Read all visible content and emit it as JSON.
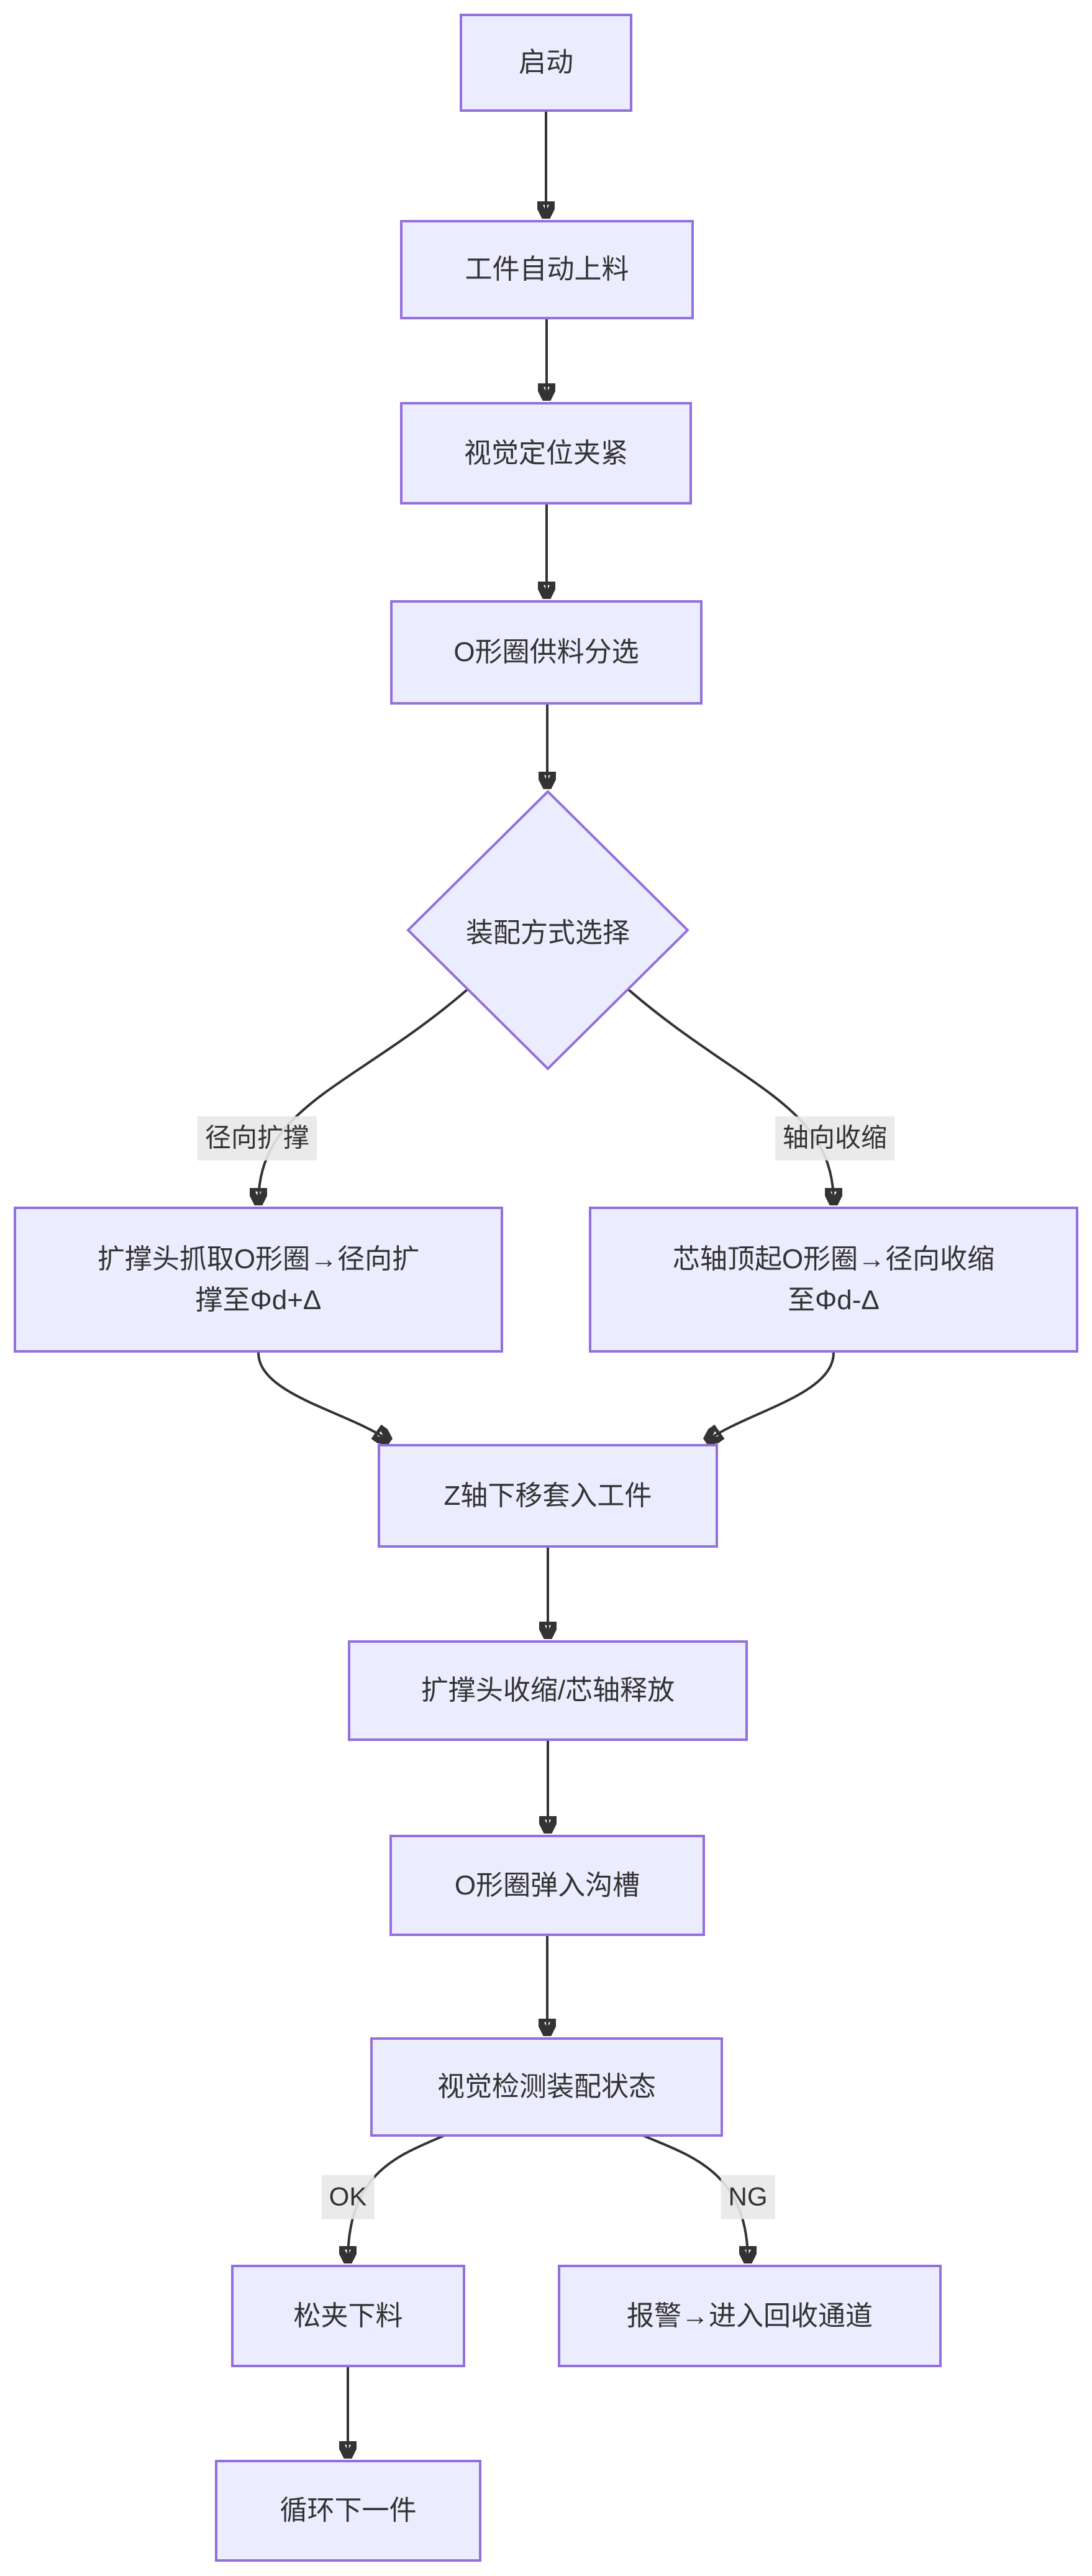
{
  "diagram": {
    "type": "flowchart",
    "direction": "top-down",
    "colors": {
      "node_fill": "#ECECFF",
      "node_border": "#9370DB",
      "edge_line": "#333333",
      "edge_label_bg": "#e8e8e8",
      "text": "#333333",
      "background": "#ffffff"
    },
    "nodes": {
      "start": {
        "label": "启动",
        "shape": "rect"
      },
      "feed": {
        "label": "工件自动上料",
        "shape": "rect"
      },
      "clamp": {
        "label": "视觉定位夹紧",
        "shape": "rect"
      },
      "sort": {
        "label": "O形圈供料分选",
        "shape": "rect"
      },
      "choose": {
        "label": "装配方式选择",
        "shape": "diamond"
      },
      "expand": {
        "label": "扩撑头抓取O形圈→径向扩\n撑至Φd+Δ",
        "shape": "rect"
      },
      "shrink": {
        "label": "芯轴顶起O形圈→径向收缩\n至Φd-Δ",
        "shape": "rect"
      },
      "insert": {
        "label": "Z轴下移套入工件",
        "shape": "rect"
      },
      "release": {
        "label": "扩撑头收缩/芯轴释放",
        "shape": "rect"
      },
      "snap": {
        "label": "O形圈弹入沟槽",
        "shape": "rect"
      },
      "inspect": {
        "label": "视觉检测装配状态",
        "shape": "rect"
      },
      "unload": {
        "label": "松夹下料",
        "shape": "rect"
      },
      "alarm": {
        "label": "报警→进入回收通道",
        "shape": "rect"
      },
      "next": {
        "label": "循环下一件",
        "shape": "rect"
      }
    },
    "edge_labels": {
      "radial": "径向扩撑",
      "axial": "轴向收缩",
      "ok": "OK",
      "ng": "NG"
    },
    "edges": [
      {
        "from": "start",
        "to": "feed",
        "label": ""
      },
      {
        "from": "feed",
        "to": "clamp",
        "label": ""
      },
      {
        "from": "clamp",
        "to": "sort",
        "label": ""
      },
      {
        "from": "sort",
        "to": "choose",
        "label": ""
      },
      {
        "from": "choose",
        "to": "expand",
        "label": "径向扩撑"
      },
      {
        "from": "choose",
        "to": "shrink",
        "label": "轴向收缩"
      },
      {
        "from": "expand",
        "to": "insert",
        "label": ""
      },
      {
        "from": "shrink",
        "to": "insert",
        "label": ""
      },
      {
        "from": "insert",
        "to": "release",
        "label": ""
      },
      {
        "from": "release",
        "to": "snap",
        "label": ""
      },
      {
        "from": "snap",
        "to": "inspect",
        "label": ""
      },
      {
        "from": "inspect",
        "to": "unload",
        "label": "OK"
      },
      {
        "from": "inspect",
        "to": "alarm",
        "label": "NG"
      },
      {
        "from": "unload",
        "to": "next",
        "label": ""
      }
    ]
  }
}
